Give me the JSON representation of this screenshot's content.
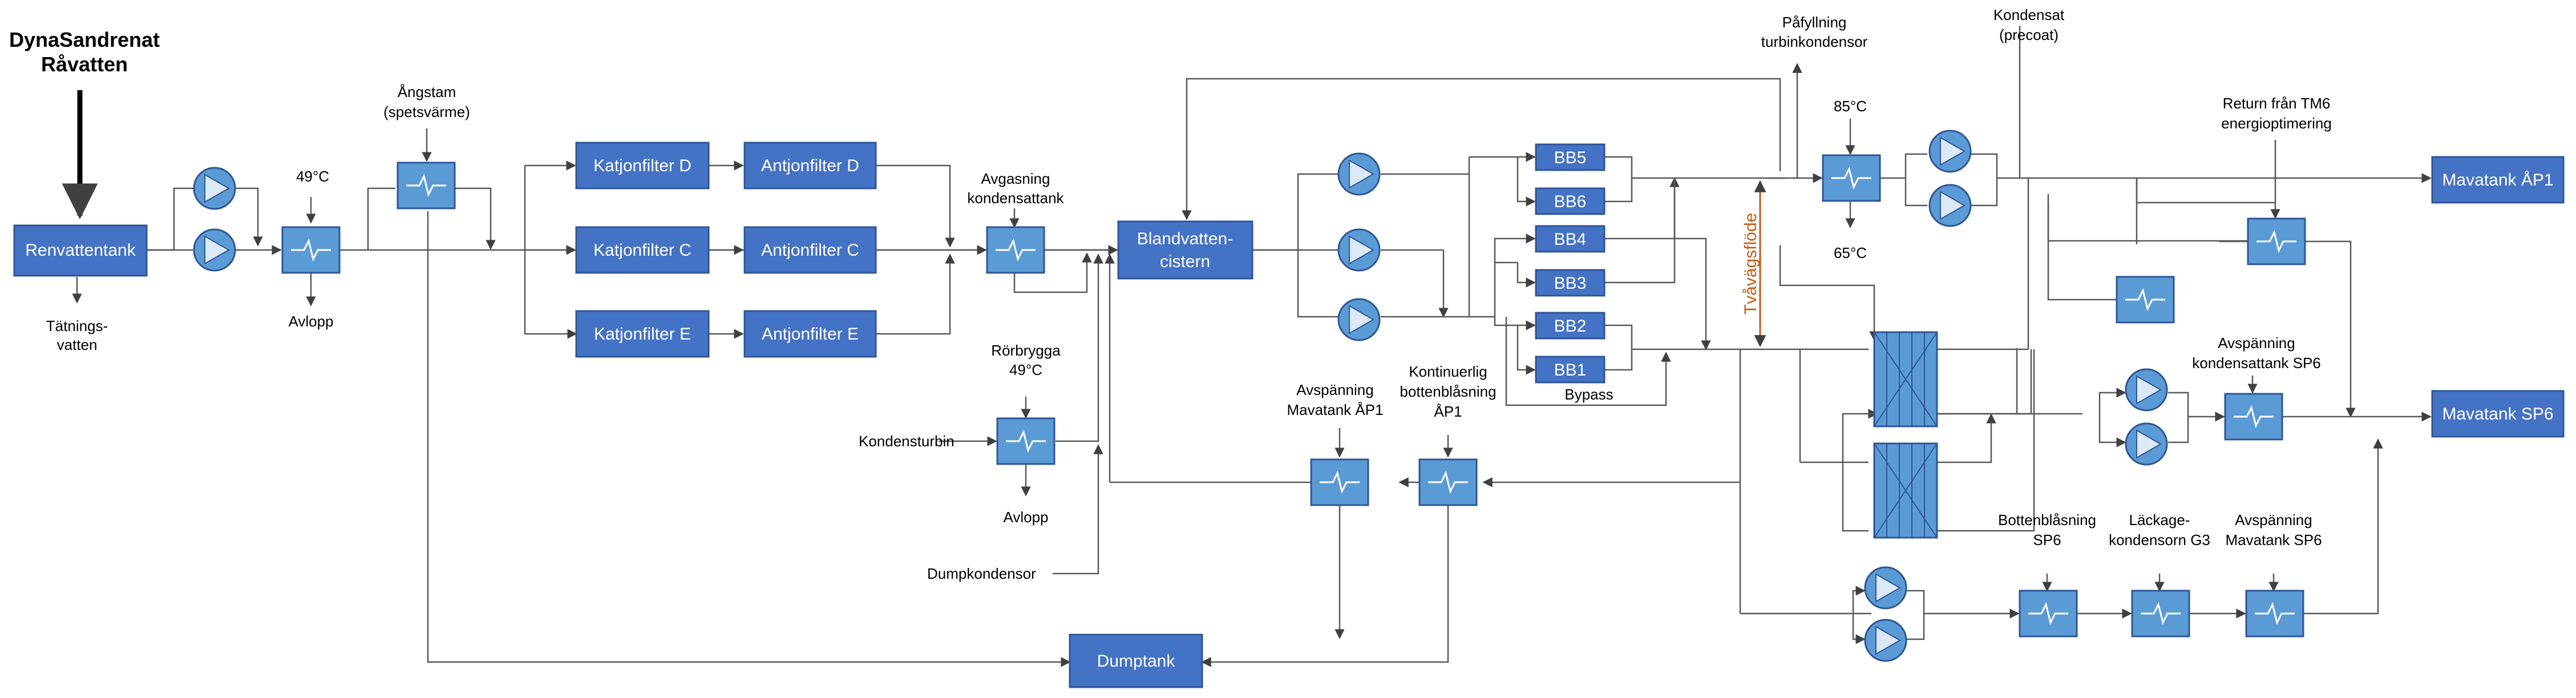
{
  "title": {
    "line1": "DynaSandrenat",
    "line2": "Råvatten"
  },
  "colors": {
    "box_fill": "#4472c4",
    "box_stroke": "#2f5597",
    "hx_fill": "#5b9bd5",
    "pump_fill": "#5b9bd5",
    "orange": "#c55a11",
    "line": "#595959"
  },
  "boxes": {
    "renvattentank": "Renvattentank",
    "katjon_d": "Katjonfilter D",
    "katjon_c": "Katjonfilter C",
    "katjon_e": "Katjonfilter E",
    "antjon_d": "Antjonfilter D",
    "antjon_c": "Antjonfilter C",
    "antjon_e": "Antjonfilter E",
    "blandvatten_1": "Blandvatten-",
    "blandvatten_2": "cistern",
    "dumptank": "Dumptank",
    "mavatank_ap1": "Mavatank ÅP1",
    "mavatank_sp6": "Mavatank SP6"
  },
  "bb": [
    "BB5",
    "BB6",
    "BB4",
    "BB3",
    "BB2",
    "BB1"
  ],
  "labels": {
    "tatning_1": "Tätnings-",
    "tatning_2": "vatten",
    "temp_49": "49°C",
    "avlopp_1": "Avlopp",
    "angstam_1": "Ångstam",
    "angstam_2": "(spetsvärme)",
    "avgasning_1": "Avgasning",
    "avgasning_2": "kondensattank",
    "rorbrygga_1": "Rörbrygga",
    "rorbrygga_2": "49°C",
    "kondensturbin": "Kondensturbin",
    "avlopp_2": "Avlopp",
    "dumpkondensor": "Dumpkondensor",
    "avsp_ap1_1": "Avspänning",
    "avsp_ap1_2": "Mavatank ÅP1",
    "kont_1": "Kontinuerlig",
    "kont_2": "bottenblåsning",
    "kont_3": "ÅP1",
    "bypass": "Bypass",
    "tvavagsflode": "Tvåvägsflöde",
    "pafyllning_1": "Påfyllning",
    "pafyllning_2": "turbinkondensor",
    "temp_85": "85°C",
    "temp_65": "65°C",
    "kondensat_1": "Kondensat",
    "kondensat_2": "(precoat)",
    "return_1": "Return från TM6",
    "return_2": "energioptimering",
    "avsp_sp6k_1": "Avspänning",
    "avsp_sp6k_2": "kondensattank SP6",
    "bottenb_sp6_1": "Bottenblåsning",
    "bottenb_sp6_2": "SP6",
    "lackage_1": "Läckage-",
    "lackage_2": "kondensorn G3",
    "avsp_sp6m_1": "Avspänning",
    "avsp_sp6m_2": "Mavatank SP6"
  }
}
